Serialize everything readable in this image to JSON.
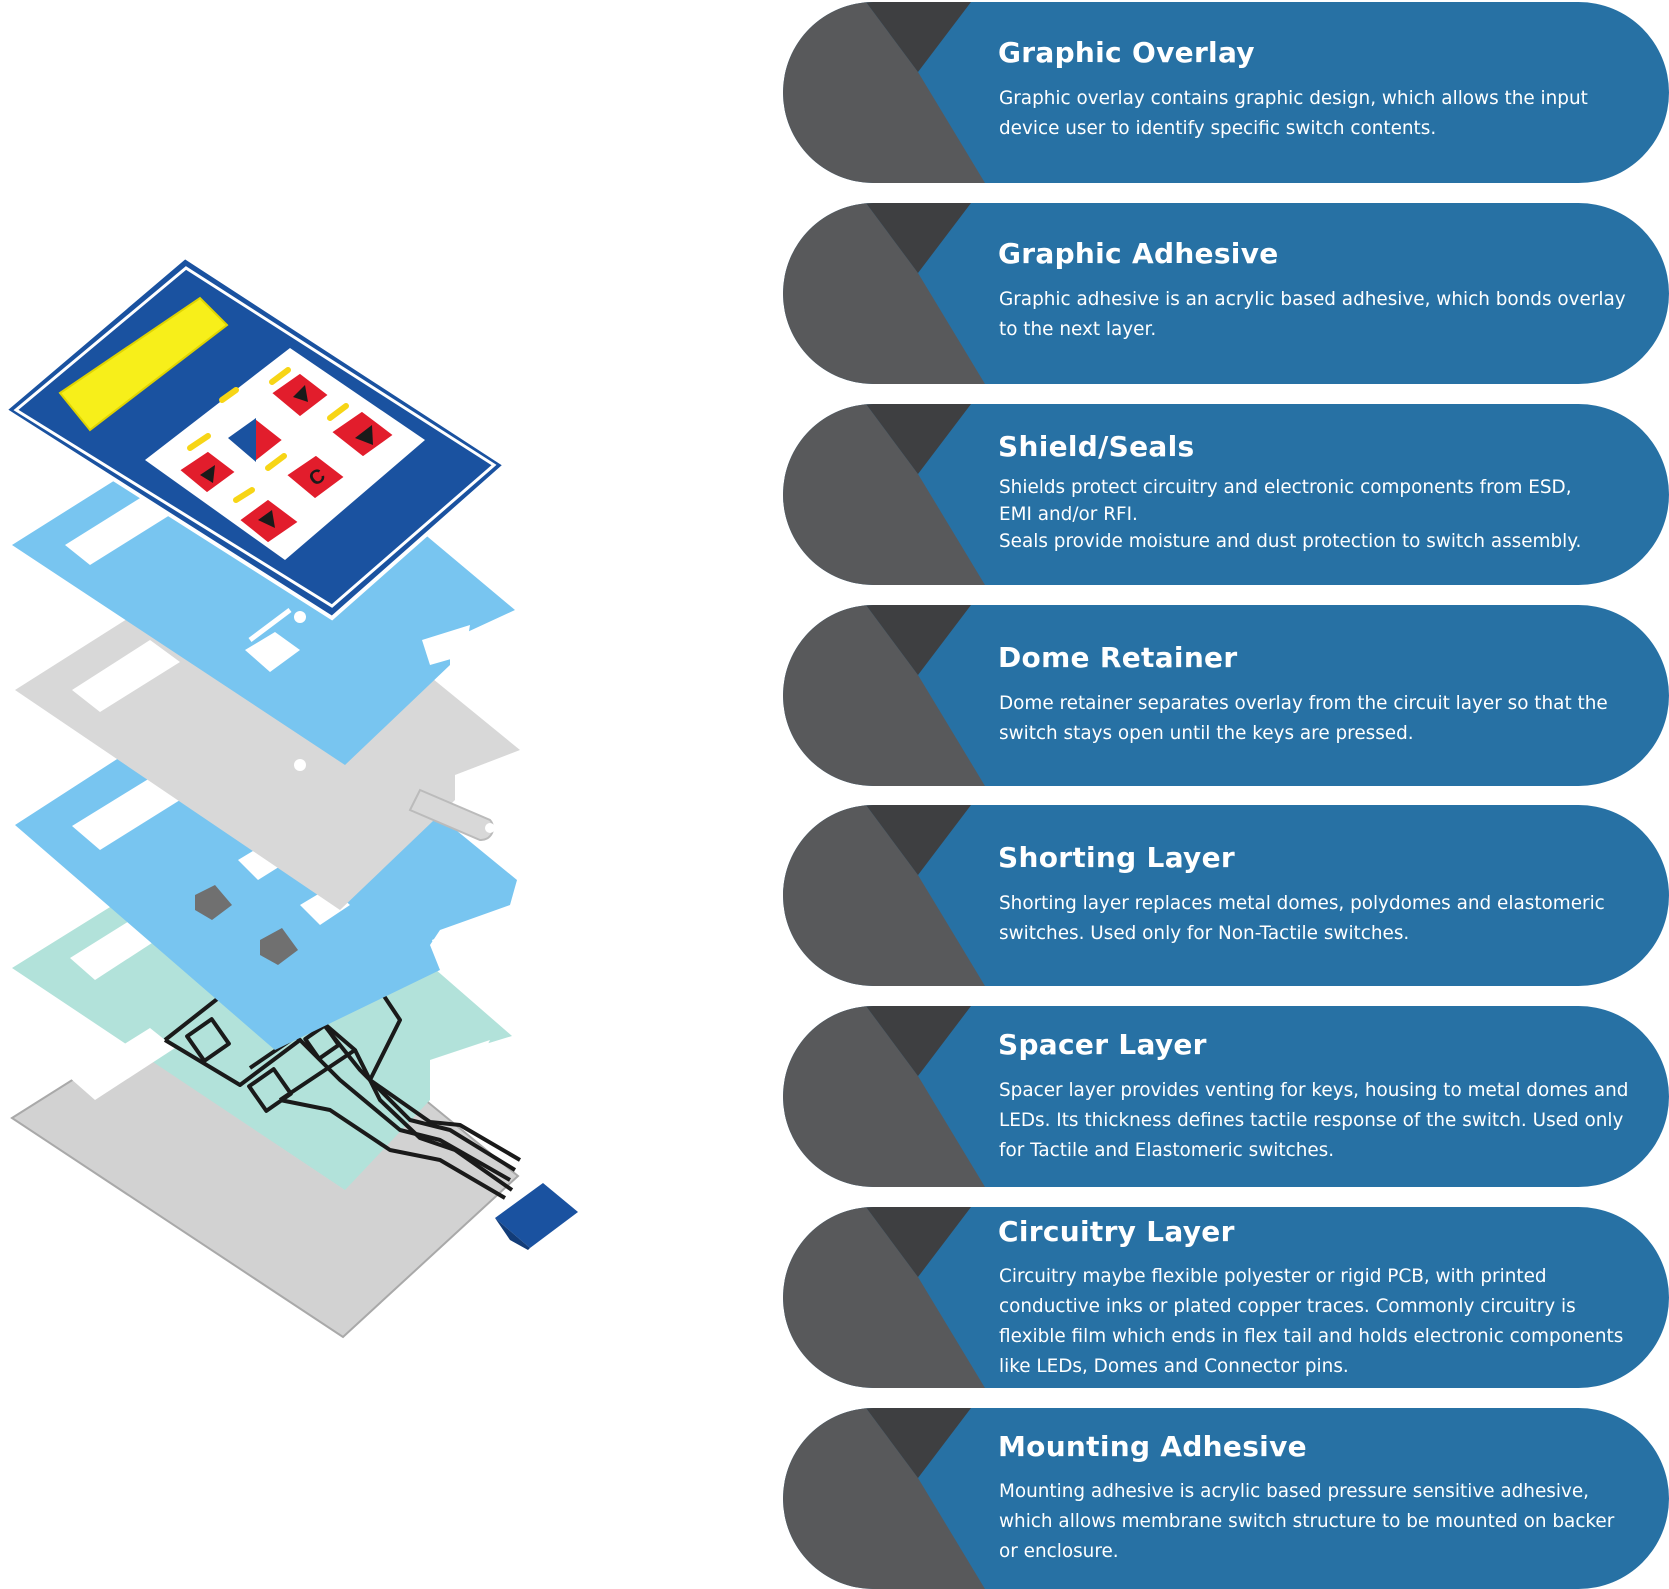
{
  "colors": {
    "card_blue": "#2771a4",
    "card_gray": "#58595b",
    "card_dark": "#3e3f41",
    "overlay_blue": "#1a52a0",
    "light_blue_layer": "#78c5f0",
    "light_gray_layer": "#d8d8d8",
    "mint_layer": "#b2e2da",
    "base_gray": "#d2d2d2",
    "key_red": "#e21d2c",
    "window_yellow": "#f7ef1a"
  },
  "layers": [
    {
      "title": "Graphic Overlay",
      "description": "Graphic overlay contains graphic design, which allows the input\ndevice user to identify specific switch contents."
    },
    {
      "title": "Graphic Adhesive",
      "description": "Graphic adhesive is an acrylic based adhesive, which bonds overlay\nto the next layer."
    },
    {
      "title": "Shield/Seals",
      "description": "Shields protect circuitry and electronic components from ESD,\nEMI and/or RFI.\nSeals provide moisture and dust protection to switch assembly."
    },
    {
      "title": "Dome Retainer",
      "description": "Dome retainer separates overlay from the circuit layer so that the\nswitch stays open until the keys are pressed."
    },
    {
      "title": "Shorting Layer",
      "description": "Shorting layer replaces metal domes, polydomes and elastomeric\nswitches. Used only for Non-Tactile switches."
    },
    {
      "title": "Spacer Layer",
      "description": "Spacer layer provides venting for keys, housing to metal domes and\nLEDs. Its thickness defines tactile response of the switch. Used only\nfor Tactile and Elastomeric switches."
    },
    {
      "title": "Circuitry Layer",
      "description": "Circuitry maybe flexible polyester or rigid PCB, with printed\nconductive inks or plated copper traces. Commonly circuitry is\nflexible film which ends in flex tail and holds electronic components\nlike LEDs, Domes and Connector pins."
    },
    {
      "title": "Mounting Adhesive",
      "description": "Mounting adhesive is acrylic based pressure sensitive adhesive,\nwhich allows membrane switch structure to be mounted on backer\nor enclosure."
    }
  ]
}
